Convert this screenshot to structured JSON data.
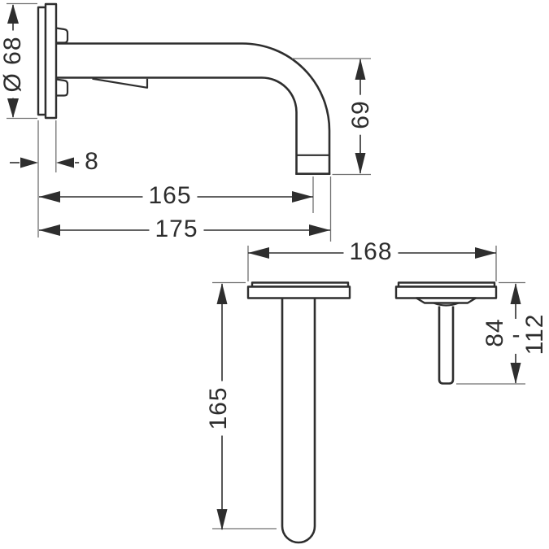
{
  "labels": {
    "plate_diameter": "Ø 68",
    "plate_depth": "8",
    "spout_reach": "165",
    "overall_projection": "175",
    "outlet_height": "69",
    "spread": "168",
    "spout_length": "165",
    "mount_depth_min": "84",
    "range_separator": "-",
    "mount_depth_max": "112"
  },
  "colors": {
    "line": "#2e2e2e",
    "dimension": "#2e2e2e",
    "extension": "#707070",
    "background": "#ffffff",
    "text": "#2d2d2d"
  }
}
